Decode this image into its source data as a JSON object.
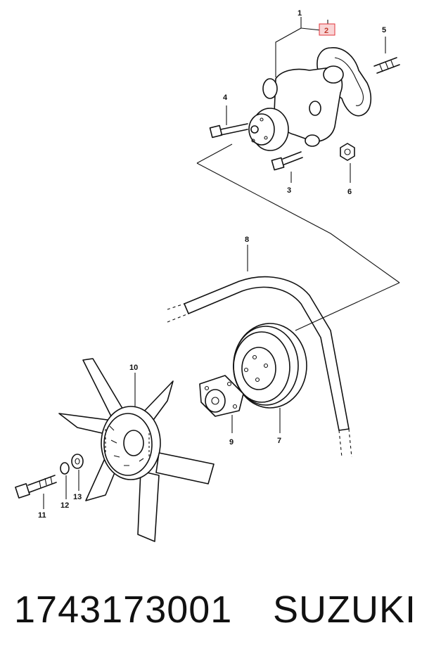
{
  "diagram": {
    "callouts": [
      "1",
      "2",
      "3",
      "4",
      "5",
      "6",
      "7",
      "8",
      "9",
      "10",
      "11",
      "12",
      "13"
    ],
    "highlight_color": "#e0333a"
  },
  "footer": {
    "part_number": "1743173001",
    "brand": "SUZUKI"
  }
}
